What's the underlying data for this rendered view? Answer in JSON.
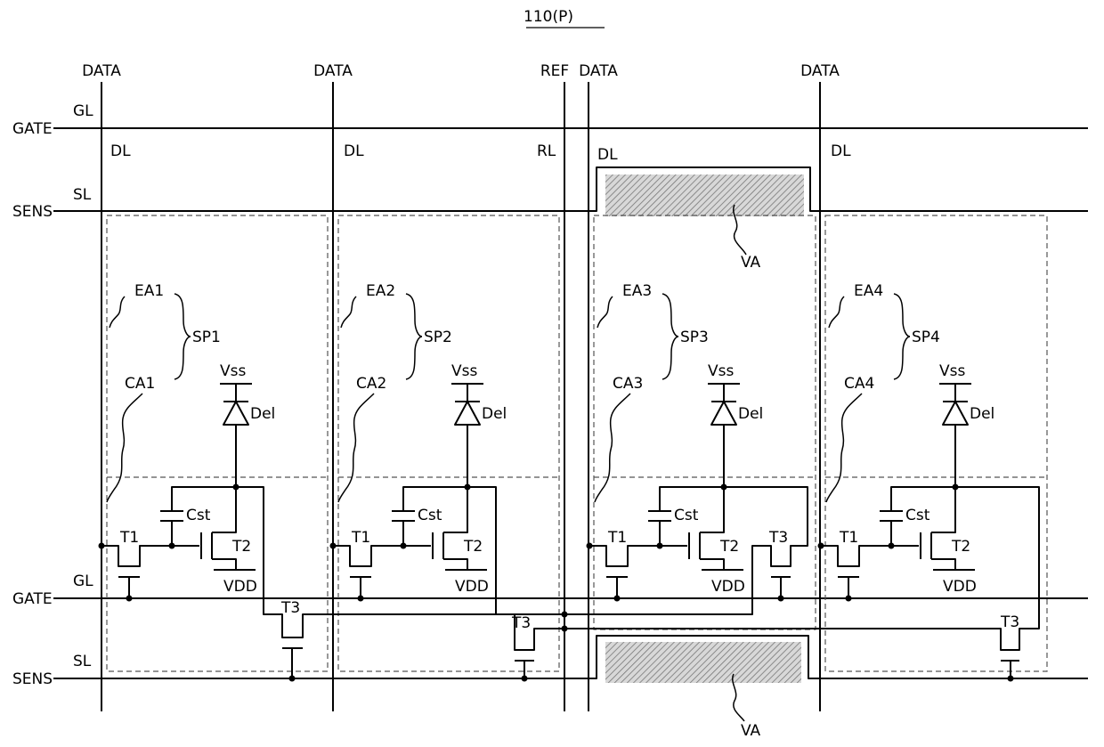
{
  "figure_label": "110(P)",
  "bus_labels": {
    "gate": "GATE",
    "sens": "SENS",
    "gl": "GL",
    "sl": "SL"
  },
  "column_labels": {
    "data": "DATA",
    "ref": "REF",
    "dl": "DL",
    "rl": "RL"
  },
  "via_label": "VA",
  "subpixels": [
    {
      "sp": "SP1",
      "ea": "EA1",
      "ca": "CA1"
    },
    {
      "sp": "SP2",
      "ea": "EA2",
      "ca": "CA2"
    },
    {
      "sp": "SP3",
      "ea": "EA3",
      "ca": "CA3"
    },
    {
      "sp": "SP4",
      "ea": "EA4",
      "ca": "CA4"
    }
  ],
  "components": {
    "vss": "Vss",
    "del": "Del",
    "cst": "Cst",
    "t1": "T1",
    "t2": "T2",
    "t3": "T3",
    "vdd": "VDD"
  }
}
